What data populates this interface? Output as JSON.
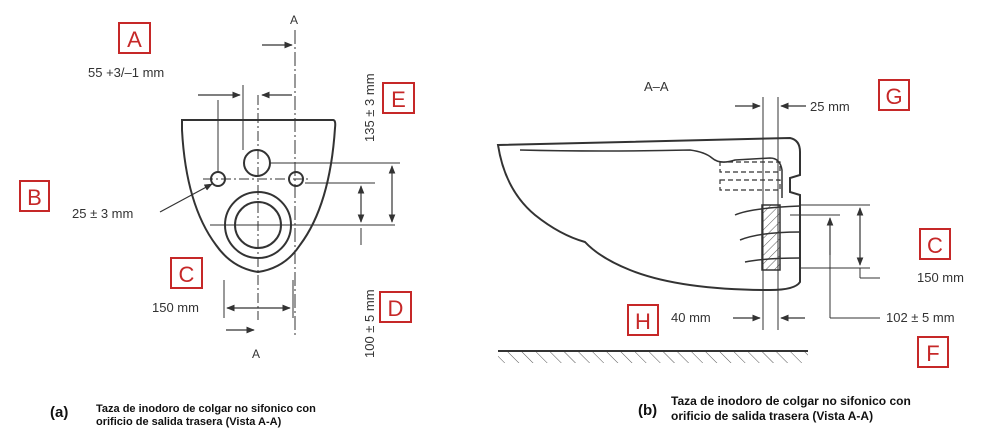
{
  "figure_a": {
    "section_top": "A",
    "section_bottom": "A",
    "dim_a": "55 +3/–1 mm",
    "dim_hole": "25 ± 3 mm",
    "dim_width": "150 mm",
    "dim_vert_top": "135 ± 3 mm",
    "dim_vert_bottom": "100 ± 5 mm",
    "boxes": {
      "A": "A",
      "B": "B",
      "C": "C",
      "D": "D",
      "E": "E"
    },
    "caption_letter": "(a)",
    "caption_line1": "Taza de inodoro de colgar no sifonico con",
    "caption_line2": "orificio de salida trasera (Vista A-A)"
  },
  "figure_b": {
    "section_title": "A–A",
    "dim_25": "25 mm",
    "dim_150": "150 mm",
    "dim_102": "102 ± 5 mm",
    "dim_40": "40 mm",
    "boxes": {
      "G": "G",
      "C": "C",
      "H": "H",
      "F": "F"
    },
    "caption_letter": "(b)",
    "caption_line1": "Taza de inodoro de colgar no sifonico con",
    "caption_line2": "orificio de salida trasera (Vista A-A)"
  },
  "colors": {
    "label_red": "#c62828",
    "line": "#333333"
  }
}
